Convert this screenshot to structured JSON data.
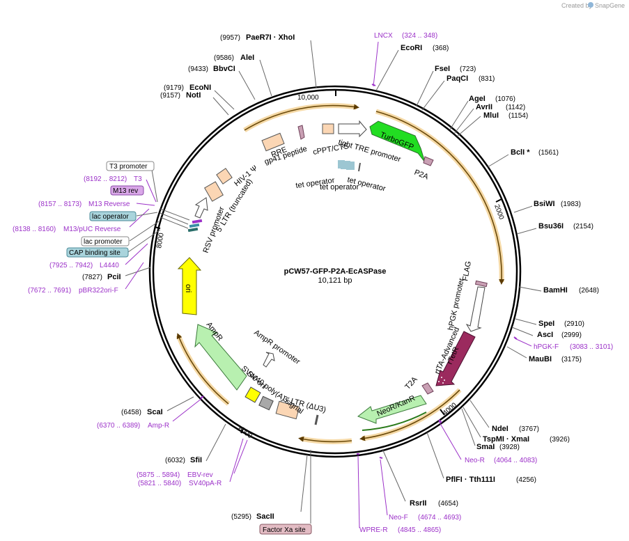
{
  "credit": {
    "text": "Created by",
    "brand": "SnapGene"
  },
  "plasmid": {
    "name": "pCW57-GFP-P2A-EcASPase",
    "length": "10,121 bp",
    "length_bp": 10121
  },
  "ticks": [
    "10,000",
    "2000",
    "4000",
    "6000",
    "8000"
  ],
  "sites": [
    {
      "name": "PaeR7I  ·  XhoI",
      "pos": "(9957)"
    },
    {
      "name": "AleI",
      "pos": "(9586)"
    },
    {
      "name": "BbvCI",
      "pos": "(9433)"
    },
    {
      "name": "EcoNI",
      "pos": "(9179)"
    },
    {
      "name": "NotI",
      "pos": "(9157)"
    },
    {
      "name": "EcoRI",
      "pos": "(368)"
    },
    {
      "name": "FseI",
      "pos": "(723)"
    },
    {
      "name": "PaqCI",
      "pos": "(831)"
    },
    {
      "name": "AgeI",
      "pos": "(1076)"
    },
    {
      "name": "AvrII",
      "pos": "(1142)"
    },
    {
      "name": "MluI",
      "pos": "(1154)"
    },
    {
      "name": "BclI *",
      "pos": "(1561)"
    },
    {
      "name": "BsiWI",
      "pos": "(1983)"
    },
    {
      "name": "Bsu36I",
      "pos": "(2154)"
    },
    {
      "name": "BamHI",
      "pos": "(2648)"
    },
    {
      "name": "SpeI",
      "pos": "(2910)"
    },
    {
      "name": "AscI",
      "pos": "(2999)"
    },
    {
      "name": "MauBI",
      "pos": "(3175)"
    },
    {
      "name": "NdeI",
      "pos": "(3767)"
    },
    {
      "name": "TspMI  ·  XmaI",
      "pos": "(3926)"
    },
    {
      "name": "SmaI",
      "pos": "(3928)"
    },
    {
      "name": "PflFI  ·  Tth111I",
      "pos": "(4256)"
    },
    {
      "name": "RsrII",
      "pos": "(4654)"
    },
    {
      "name": "SacII",
      "pos": "(5295)"
    },
    {
      "name": "SfiI",
      "pos": "(6032)"
    },
    {
      "name": "ScaI",
      "pos": "(6458)"
    },
    {
      "name": "PciI",
      "pos": "(7827)"
    }
  ],
  "primers": [
    {
      "name": "LNCX",
      "pos": "(324 .. 348)"
    },
    {
      "name": "hPGK-F",
      "pos": "(3083 .. 3101)"
    },
    {
      "name": "Neo-R",
      "pos": "(4064 .. 4083)"
    },
    {
      "name": "Neo-F",
      "pos": "(4674 .. 4693)"
    },
    {
      "name": "WPRE-R",
      "pos": "(4845 .. 4865)"
    },
    {
      "name": "EBV-rev",
      "pos": "(5875 .. 5894)"
    },
    {
      "name": "SV40pA-R",
      "pos": "(5821 .. 5840)"
    },
    {
      "name": "Amp-R",
      "pos": "(6370 .. 6389)"
    },
    {
      "name": "pBR322ori-F",
      "pos": "(7672 .. 7691)"
    },
    {
      "name": "L4440",
      "pos": "(7925 .. 7942)"
    },
    {
      "name": "M13/pUC Reverse",
      "pos": "(8138 .. 8160)"
    },
    {
      "name": "M13 Reverse",
      "pos": "(8157 .. 8173)"
    },
    {
      "name": "T3",
      "pos": "(8192 .. 8212)"
    }
  ],
  "boxed_features": [
    {
      "name": "T3 promoter",
      "fill": "#ffffff"
    },
    {
      "name": "M13 rev",
      "fill": "#d9a7e8"
    },
    {
      "name": "lac operator",
      "fill": "#a9d4dc"
    },
    {
      "name": "lac promoter",
      "fill": "#ffffff"
    },
    {
      "name": "CAP binding site",
      "fill": "#a9d4dc"
    },
    {
      "name": "Factor Xa site",
      "fill": "#e3bcc4"
    }
  ],
  "features": [
    {
      "name": "TurboGFP",
      "color": "#22dd22"
    },
    {
      "name": "P2A"
    },
    {
      "name": "tight TRE promoter"
    },
    {
      "name": "cPPT/CTS"
    },
    {
      "name": "gp41 peptide"
    },
    {
      "name": "RRE"
    },
    {
      "name": "HIV-1 Ψ"
    },
    {
      "name": "5' LTR (truncated)"
    },
    {
      "name": "RSV promoter"
    },
    {
      "name": "tet operator"
    },
    {
      "name": "tet operator"
    },
    {
      "name": "tet operator"
    },
    {
      "name": "FLAG"
    },
    {
      "name": "hPGK promoter"
    },
    {
      "name": "rTetR",
      "color": "#9b2a5e"
    },
    {
      "name": "rtTA-Advanced"
    },
    {
      "name": "T2A"
    },
    {
      "name": "NeoR/KanR",
      "color": "#b8f0b0"
    },
    {
      "name": "3' LTR (ΔU3)"
    },
    {
      "name": "SV40 poly(A) signal"
    },
    {
      "name": "SV40 ori"
    },
    {
      "name": "AmpR promoter"
    },
    {
      "name": "AmpR",
      "color": "#b8f0b0"
    },
    {
      "name": "ori",
      "color": "#ffff00"
    }
  ],
  "colors": {
    "backbone": "#000000",
    "orf_arrow": "#e3a133",
    "primer": "#9b30c8",
    "ltr_box": "#fbd6b4"
  }
}
